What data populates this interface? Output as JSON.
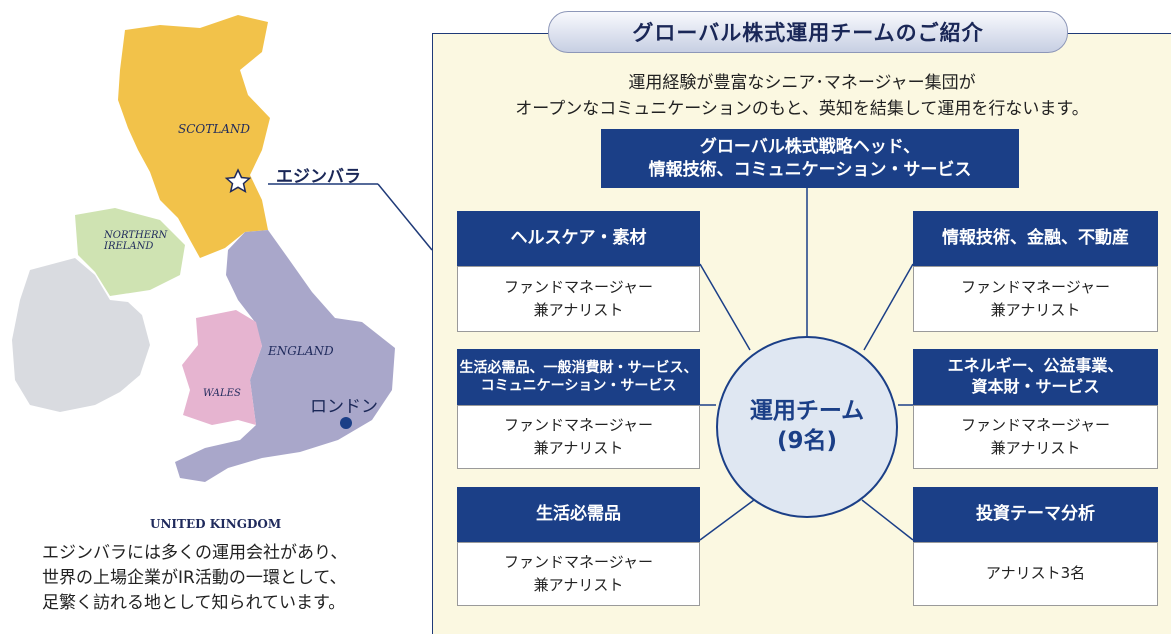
{
  "map": {
    "scotland": "SCOTLAND",
    "northern_ireland_line1": "NORTHERN",
    "northern_ireland_line2": "IRELAND",
    "wales": "WALES",
    "england": "ENGLAND",
    "edinburgh": "エジンバラ",
    "london": "ロンドン",
    "country": "UNITED KINGDOM",
    "colors": {
      "scotland": "#f2c24a",
      "england": "#a9a7ca",
      "wales": "#e6b4d0",
      "ireland": "#d9dbe0",
      "northern_ireland": "#cfe3b2"
    }
  },
  "caption": {
    "line1": "エジンバラには多くの運用会社があり、",
    "line2": "世界の上場企業がIR活動の一環として、",
    "line3": "足繁く訪れる地として知られています。"
  },
  "panel": {
    "title": "グローバル株式運用チームのご紹介",
    "intro1": "運用経験が豊富なシニア･マネージャー集団が",
    "intro2": "オープンなコミュニケーションのもと、英知を結集して運用を行ないます。",
    "head": {
      "line1": "グローバル株式戦略ヘッド、",
      "line2": "情報技術、コミュニケーション・サービス"
    },
    "center_line1": "運用チーム",
    "center_line2": "(9名)",
    "teams": {
      "top_left": {
        "title": "ヘルスケア・素材",
        "role1": "ファンドマネージャー",
        "role2": "兼アナリスト"
      },
      "mid_left": {
        "title1": "生活必需品、一般消費財・サービス、",
        "title2": "コミュニケーション・サービス",
        "role1": "ファンドマネージャー",
        "role2": "兼アナリスト"
      },
      "bot_left": {
        "title": "生活必需品",
        "role1": "ファンドマネージャー",
        "role2": "兼アナリスト"
      },
      "top_right": {
        "title": "情報技術、金融、不動産",
        "role1": "ファンドマネージャー",
        "role2": "兼アナリスト"
      },
      "mid_right": {
        "title1": "エネルギー、公益事業、",
        "title2": "資本財・サービス",
        "role1": "ファンドマネージャー",
        "role2": "兼アナリスト"
      },
      "bot_right": {
        "title": "投資テーマ分析",
        "role1": "アナリスト3名"
      }
    },
    "accent": "#1b3f87"
  }
}
